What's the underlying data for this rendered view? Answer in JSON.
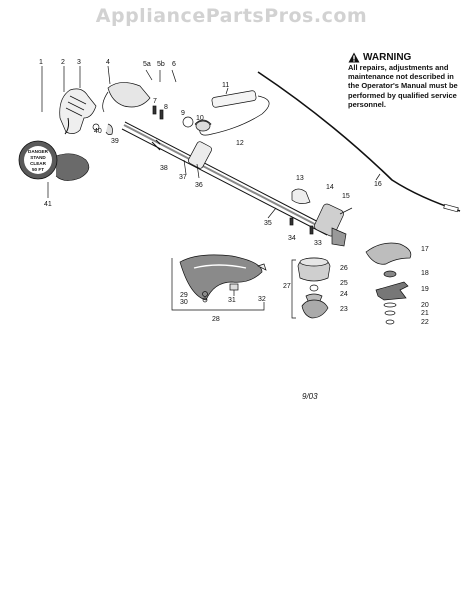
{
  "watermark": "AppliancePartsPros.com",
  "warning": {
    "title": "WARNING",
    "text": "All repairs, adjustments and maintenance not described in the Operator's Manual must be performed by qualified service personnel."
  },
  "date_code": "9/03",
  "danger_tag": [
    "DANGER",
    "STAND",
    "CLEAR",
    "50 FT"
  ],
  "part_labels": {
    "p1": "1",
    "p2": "2",
    "p3": "3",
    "p4": "4",
    "p5a": "5a",
    "p5b": "5b",
    "p6": "6",
    "p7": "7",
    "p8": "8",
    "p9": "9",
    "p10": "10",
    "p11": "11",
    "p12": "12",
    "p13": "13",
    "p14": "14",
    "p15": "15",
    "p16": "16",
    "p17": "17",
    "p18": "18",
    "p19": "19",
    "p20": "20",
    "p21": "21",
    "p22": "22",
    "p23": "23",
    "p24": "24",
    "p25": "25",
    "p26": "26",
    "p27": "27",
    "p28": "28",
    "p29": "29",
    "p30": "30",
    "p31": "31",
    "p32": "32",
    "p33": "33",
    "p34": "34",
    "p35": "35",
    "p36": "36",
    "p37": "37",
    "p38": "38",
    "p39": "39",
    "p40": "40",
    "p41": "41"
  },
  "colors": {
    "line": "#111111",
    "watermark": "#d2d2d2",
    "part_fill": "#e9e9e9",
    "dark_fill": "#4a4a4a"
  }
}
